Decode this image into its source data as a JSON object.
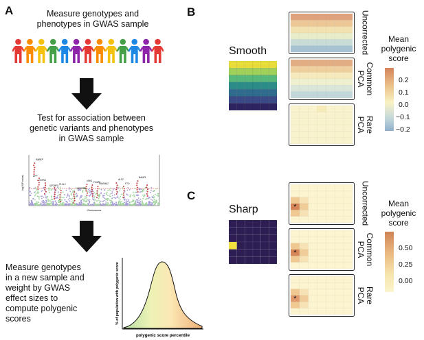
{
  "panelA": {
    "letter": "A",
    "step1": [
      "Measure genotypes and",
      "phenotypes in GWAS sample"
    ],
    "step2": [
      "Test for association between",
      "genetic variants and phenotypes",
      "in GWAS sample"
    ],
    "step3": [
      "Measure genotypes",
      "in a new sample and",
      "weight by GWAS",
      "effect sizes to",
      "compute polygenic",
      "scores"
    ],
    "people_colors": [
      "#e53935",
      "#fb8c00",
      "#f4c20d",
      "#43a047",
      "#1e88e5",
      "#8e24aa",
      "#e53935",
      "#fb8c00",
      "#f4c20d",
      "#43a047",
      "#1e88e5",
      "#8e24aa",
      "#e53935"
    ],
    "manhattan": {
      "xlabel": "Chromosome",
      "ylabel": "-log10(P value)",
      "gene_labels": [
        "RABEP",
        "APP",
        "CNTN4",
        "PLCL1",
        "IGF2BP3",
        "HERPUD",
        "VRK1",
        "FOXB1",
        "FAM19A2",
        "ALS2",
        "FTO",
        "BANP1"
      ]
    },
    "density": {
      "xlabel": "polygenic score percentile",
      "ylabel": "% of population with polygenic score"
    }
  },
  "panelB": {
    "letter": "B",
    "title": "Smooth",
    "row_labels": [
      "Uncorrected",
      [
        "Common",
        "PCA"
      ],
      [
        "Rare",
        "PCA"
      ]
    ],
    "colorbar": {
      "title": [
        "Mean",
        "polygenic",
        "score"
      ],
      "ticks": [
        "0.2",
        "0.1",
        "0.0",
        "−0.1",
        "−0.2"
      ]
    },
    "pattern_colors": [
      "#e8dc3a",
      "#9fd05a",
      "#58b879",
      "#2c8d88",
      "#2f6b8d",
      "#3a4a87",
      "#2d2360"
    ]
  },
  "panelC": {
    "letter": "C",
    "title": "Sharp",
    "row_labels": [
      "Uncorrected",
      [
        "Common",
        "PCA"
      ],
      [
        "Rare",
        "PCA"
      ]
    ],
    "colorbar": {
      "title": [
        "Mean",
        "polygenic",
        "score"
      ],
      "ticks": [
        "0.50",
        "0.25",
        "0.00"
      ]
    },
    "marker": "*",
    "pattern_colors": {
      "background": "#2d1d52",
      "highlight": "#f0e040"
    }
  }
}
